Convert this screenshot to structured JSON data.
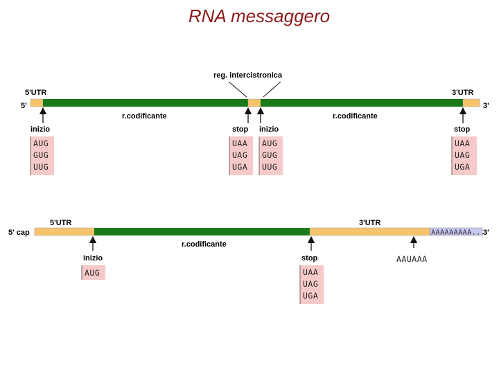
{
  "title": "RNA messaggero",
  "diagram1": {
    "label_5utr": "5'UTR",
    "label_3utr": "3'UTR",
    "label_5prime": "5'",
    "label_3prime": "3'",
    "label_intercistronic": "reg. intercistronica",
    "label_coding1": "r.codificante",
    "label_coding2": "r.codificante",
    "start1": {
      "label": "inizio",
      "codons": [
        "AUG",
        "GUG",
        "UUG"
      ]
    },
    "stop1": {
      "label": "stop",
      "codons": [
        "UAA",
        "UAG",
        "UGA"
      ]
    },
    "start2": {
      "label": "inizio",
      "codons": [
        "AUG",
        "GUG",
        "UUG"
      ]
    },
    "stop2": {
      "label": "stop",
      "codons": [
        "UAA",
        "UAG",
        "UGA"
      ]
    }
  },
  "diagram2": {
    "label_5utr": "5'UTR",
    "label_3utr": "3'UTR",
    "label_5cap": "5' cap",
    "label_3prime": "3'",
    "label_coding": "r.codificante",
    "polyA": "AAAAAAAAA...",
    "signal": "AAUAAA",
    "start": {
      "label": "inizio",
      "codons": [
        "AUG"
      ]
    },
    "stop": {
      "label": "stop",
      "codons": [
        "UAA",
        "UAG",
        "UGA"
      ]
    }
  },
  "colors": {
    "utr": "#f7c46c",
    "coding": "#1a7a1a",
    "polyA": "#c8c8f0",
    "codon_box": "#f7caca",
    "title": "#8b1a1a"
  }
}
